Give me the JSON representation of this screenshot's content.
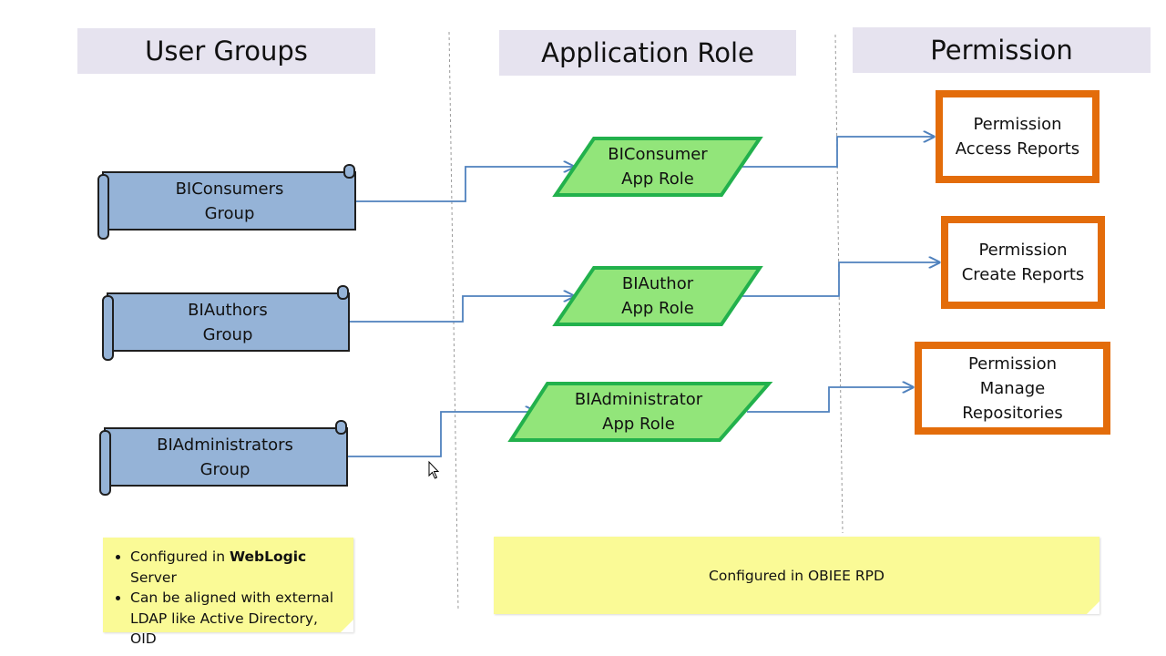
{
  "headers": {
    "user_groups": "User Groups",
    "application_role": "Application Role",
    "permission": "Permission"
  },
  "groups": [
    {
      "label": "BIConsumers\nGroup"
    },
    {
      "label": "BIAuthors\nGroup"
    },
    {
      "label": "BIAdministrators\nGroup"
    }
  ],
  "roles": [
    {
      "label": "BIConsumer\nApp Role"
    },
    {
      "label": "BIAuthor\nApp Role"
    },
    {
      "label": "BIAdministrator\nApp Role"
    }
  ],
  "permissions": [
    {
      "label": "Permission\nAccess Reports"
    },
    {
      "label": "Permission\nCreate Reports"
    },
    {
      "label": "Permission\nManage\nRepositories"
    }
  ],
  "notes": {
    "weblogic_prefix": "Configured in ",
    "weblogic_bold": "WebLogic",
    "weblogic_suffix": " Server",
    "ldap": "Can be aligned with external LDAP like Active Directory, OID",
    "rpd": "Configured in OBIEE RPD"
  },
  "colors": {
    "header_bg": "#e6e3ef",
    "group_fill": "#95b3d7",
    "role_fill": "#92e57a",
    "role_stroke": "#22b14c",
    "permission_stroke": "#e36c0a",
    "connector": "#4f81bd",
    "note_bg": "#fafa96"
  }
}
